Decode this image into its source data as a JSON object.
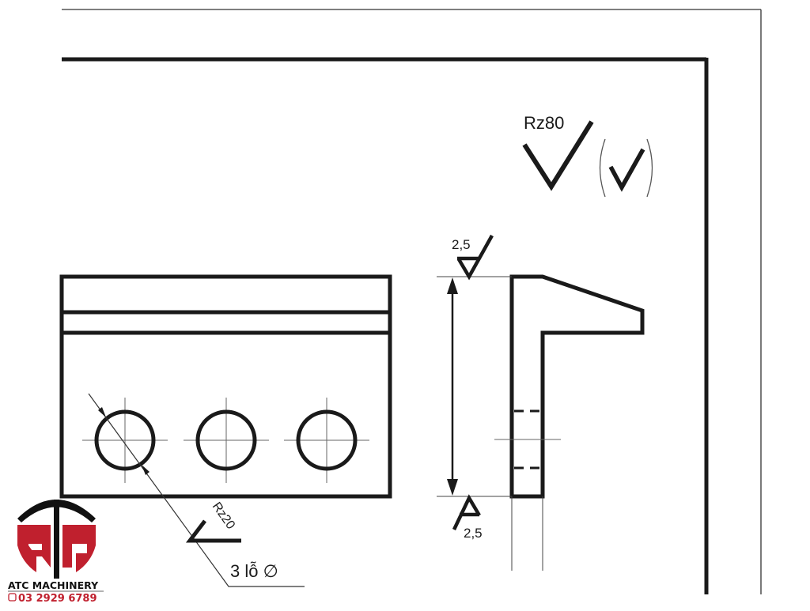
{
  "drawing": {
    "surface_finish_general": "Rz80",
    "surface_finish_holes": "Rz20",
    "holes_label": "3 lỗ ∅",
    "surface_finish_top": "2,5",
    "surface_finish_bottom": "2,5"
  },
  "logo": {
    "letters": "ATC",
    "company": "ATC MACHINERY",
    "phone": "03 2929 6789",
    "colors": {
      "red": "#c0202e",
      "black": "#111111"
    }
  }
}
